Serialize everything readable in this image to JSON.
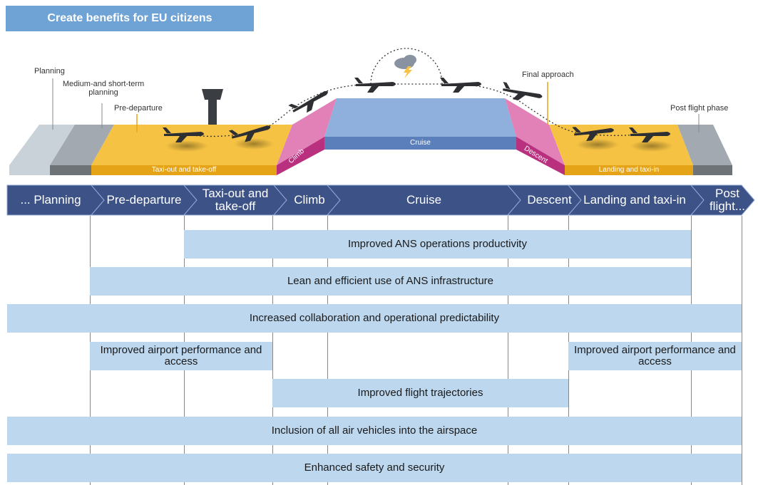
{
  "title": "Create benefits for EU citizens",
  "diagram": {
    "labels": {
      "planning": "Planning",
      "medium_short": "Medium-and short-term planning",
      "pre_departure": "Pre-departure",
      "final_approach": "Final approach",
      "post_flight": "Post flight phase"
    },
    "bar_labels": {
      "taxi_out": "Taxi-out and take-off",
      "climb": "Climb",
      "cruise": "Cruise",
      "descent": "Descent",
      "landing": "Landing and taxi-in"
    }
  },
  "phases": [
    "... Planning",
    "Pre-departure",
    "Taxi-out and take-off",
    "Climb",
    "Cruise",
    "Descent",
    "Landing and taxi-in",
    "Post flight..."
  ],
  "benefits": {
    "b1": "Improved ANS operations productivity",
    "b2": "Lean and efficient use of ANS infrastructure",
    "b3": "Increased collaboration and operational predictability",
    "b4a": "Improved airport performance and access",
    "b4b": "Improved airport performance and access",
    "b5": "Improved flight trajectories",
    "b6": "Inclusion of all air vehicles into the airspace",
    "b7": "Enhanced safety and security"
  },
  "colors": {
    "title_bg": "#6fa3d6",
    "chevron": "#3d5387",
    "benefit": "#bcd7ee",
    "cruise": "#8fb0dc",
    "taxi": "#f5c243",
    "climb": "#e281b8"
  }
}
